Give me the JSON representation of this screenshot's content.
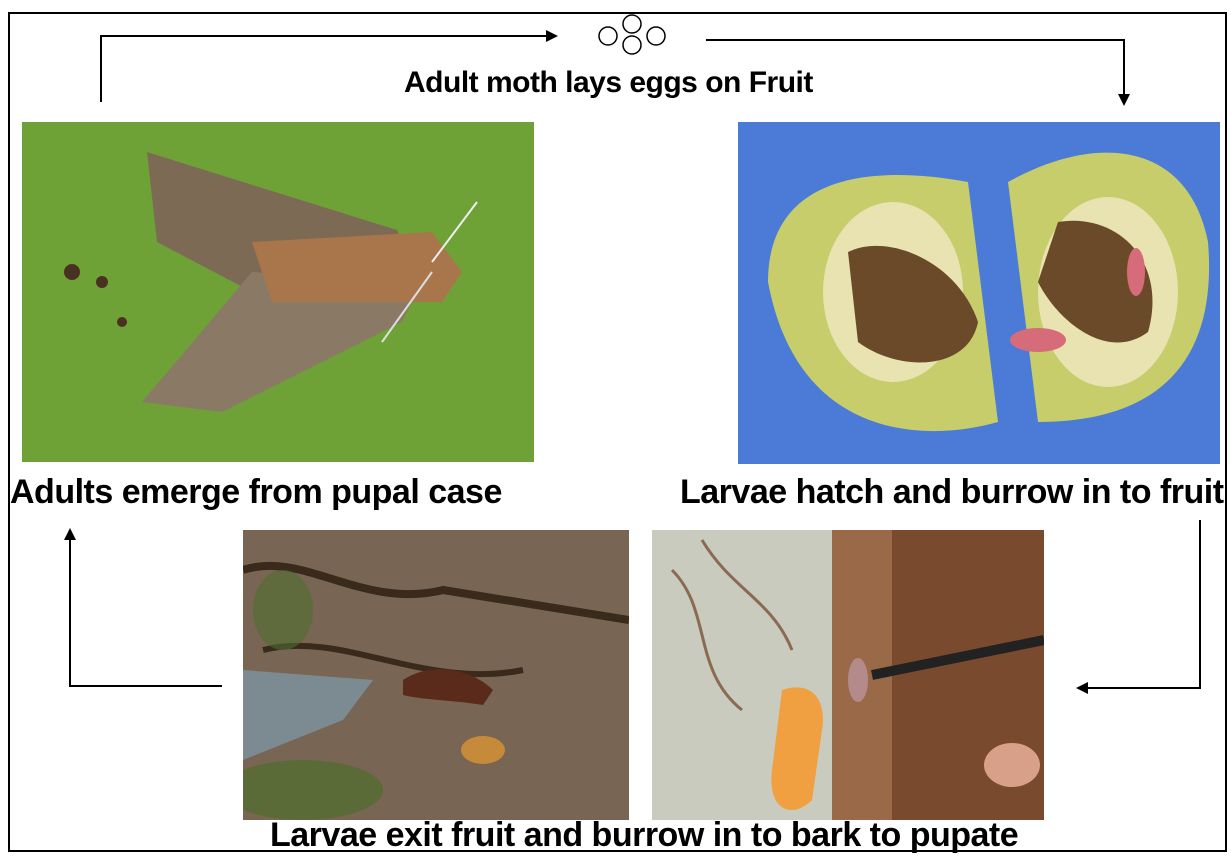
{
  "captions": {
    "top": "Adult moth lays eggs on Fruit",
    "left": "Adults emerge from pupal case",
    "right": "Larvae hatch and burrow in to fruit",
    "bottom": "Larvae exit fruit and burrow in to bark to pupate"
  },
  "colors": {
    "arrow": "#000000",
    "moth_background": "#6fa338",
    "fruit_background": "#4b7bd6",
    "fruit_flesh": "#d8d27a",
    "bark": "#5a3b28"
  }
}
